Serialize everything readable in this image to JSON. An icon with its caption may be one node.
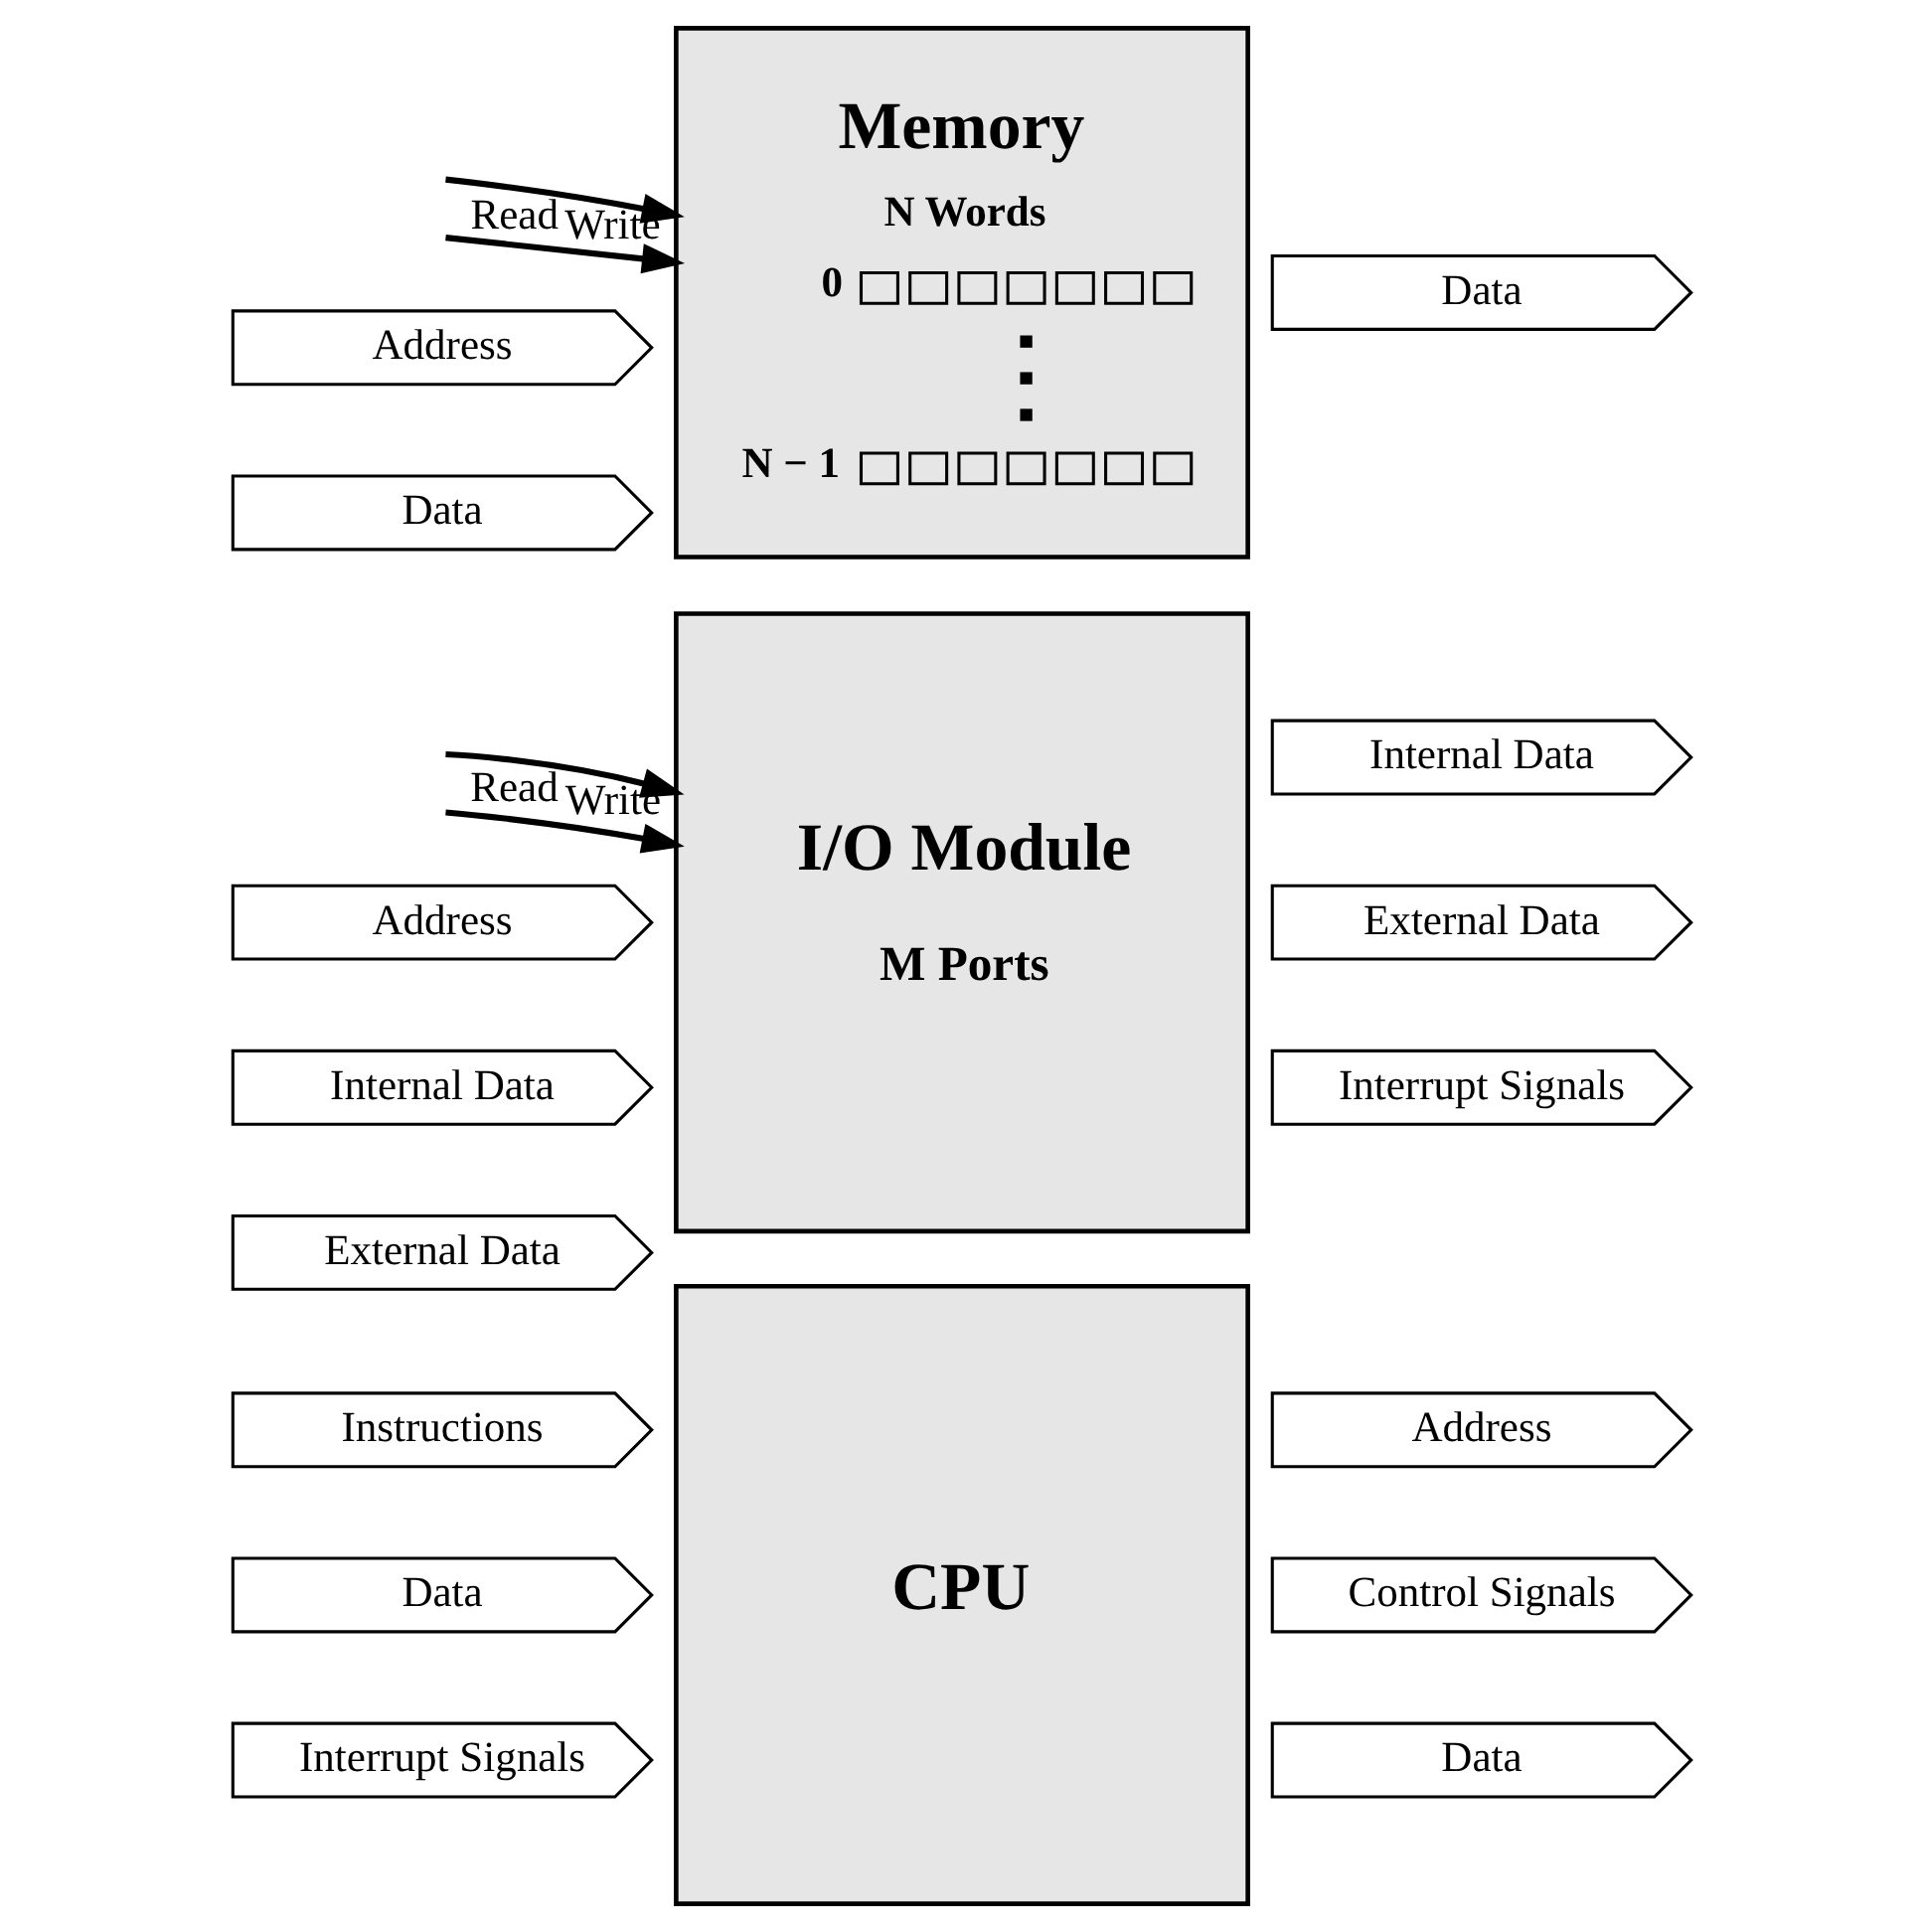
{
  "diagram": {
    "nodes": [
      {
        "text": [
          "Memory",
          "N Words",
          "0",
          "N − 1"
        ]
      },
      {
        "text": [
          "Address"
        ]
      },
      {
        "text": [
          "Data"
        ]
      },
      {
        "text": [
          "Data"
        ]
      },
      {
        "text": [
          "I/O Module",
          "M Ports"
        ]
      },
      {
        "text": [
          "Address"
        ]
      },
      {
        "text": [
          "Internal Data"
        ]
      },
      {
        "text": [
          "External Data"
        ]
      },
      {
        "text": [
          "Internal Data"
        ]
      },
      {
        "text": [
          "External Data"
        ]
      },
      {
        "text": [
          "Interrupt Signals"
        ]
      },
      {
        "text": [
          "CPU"
        ]
      },
      {
        "text": [
          "Instructions"
        ]
      },
      {
        "text": [
          "Data"
        ]
      },
      {
        "text": [
          "Interrupt Signals"
        ]
      },
      {
        "text": [
          "Address"
        ]
      },
      {
        "text": [
          "Control Signals"
        ]
      },
      {
        "text": [
          "Data"
        ]
      }
    ],
    "edges": [
      {
        "from": null,
        "to": 0,
        "arrow": "to",
        "label": "Read"
      },
      {
        "from": null,
        "to": 0,
        "arrow": "to",
        "label": "Write"
      },
      {
        "from": null,
        "to": 4,
        "arrow": "to",
        "label": "Read"
      },
      {
        "from": null,
        "to": 4,
        "arrow": "to",
        "label": "Write"
      }
    ]
  }
}
